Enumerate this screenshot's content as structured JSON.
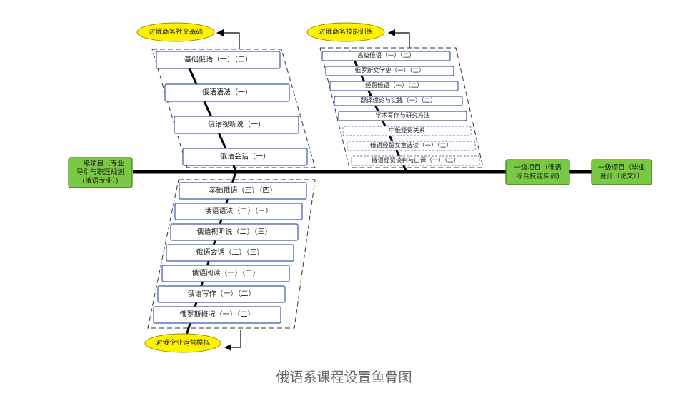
{
  "caption": "俄语系课程设置鱼骨图",
  "colors": {
    "spine": "#000000",
    "node_fill": "#7ac943",
    "node_stroke": "#3d7a1c",
    "goal_fill": "#fff200",
    "goal_stroke": "#9a8f00",
    "box_stroke": "#3b5ba9",
    "box_dashed_stroke": "#7f95c8",
    "group_stroke": "#333333"
  },
  "spine_nodes": [
    {
      "id": "start",
      "lines": [
        "一级项目（专业",
        "导引与职涯规划",
        "(俄语专业）)"
      ]
    },
    {
      "id": "mid",
      "lines": [
        "一级项目（俄语",
        "综合技能实训)"
      ]
    },
    {
      "id": "end",
      "lines": [
        "一级项目（毕业",
        "设计（论文））"
      ]
    }
  ],
  "goals": [
    {
      "id": "upper_left",
      "label": "对俄商务社交基础"
    },
    {
      "id": "upper_right",
      "label": "对俄商务技能训练"
    },
    {
      "id": "lower_left",
      "label": "对俄企业运营模拟"
    }
  ],
  "branches": {
    "upper_left": [
      "基础俄语（一）（二）",
      "俄语语法（一）",
      "俄语视听说（一）",
      "俄语会话（一）"
    ],
    "upper_right": [
      {
        "label": "高级俄语（一）（二）",
        "dashed": false
      },
      {
        "label": "俄罗斯文学史（一）（二）",
        "dashed": false
      },
      {
        "label": "经贸俄语（一）（二）",
        "dashed": false
      },
      {
        "label": "翻译理论与实践（一）（二）",
        "dashed": false
      },
      {
        "label": "学术写作与研究方法",
        "dashed": false
      },
      {
        "label": "中俄经贸关系",
        "dashed": true
      },
      {
        "label": "俄语经贸文章选读（一）（二）",
        "dashed": true
      },
      {
        "label": "俄语经贸谈判与口译（一）（二）",
        "dashed": true
      }
    ],
    "lower_left": [
      "基础俄语（三）（四）",
      "俄语语法（二）（三）",
      "俄语视听说（二）（三）",
      "俄语会话（二）（三）",
      "俄语阅读（一）（二）",
      "俄语写作（一）（二）",
      "俄罗斯概况（一）（二）"
    ]
  }
}
